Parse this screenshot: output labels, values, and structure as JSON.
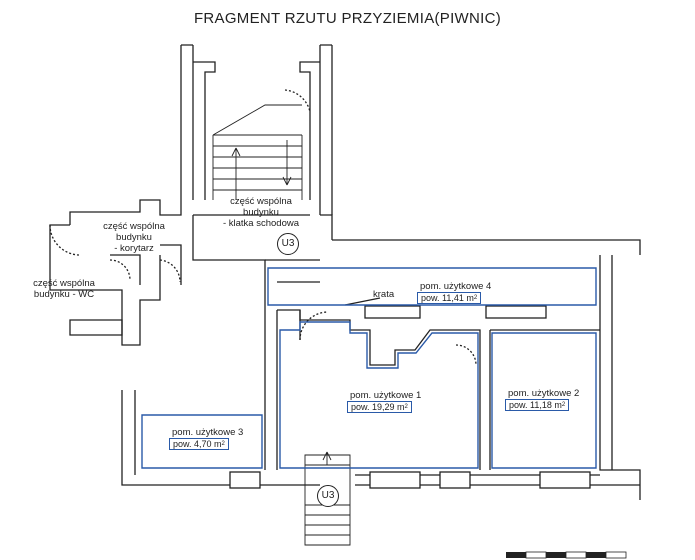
{
  "title": "FRAGMENT RZUTU PRZYZIEMIA(PIWNIC)",
  "colors": {
    "wall": "#222222",
    "highlight": "#2a5aa8",
    "background": "#ffffff"
  },
  "labels": {
    "stair_common": [
      "część wspólna",
      "budynku",
      "- klatka schodowa"
    ],
    "corridor_common": [
      "część wspólna",
      "budynku",
      "- korytarz"
    ],
    "wc_common": [
      "część wspólna",
      "budynku - WC"
    ],
    "grate": "krata"
  },
  "rooms": {
    "room1": {
      "name": "pom. użytkowe 1",
      "area": "pow. 19,29 m",
      "unit_sup": "2"
    },
    "room2": {
      "name": "pom. użytkowe 2",
      "area": "pow. 11,18 m",
      "unit_sup": "2"
    },
    "room3": {
      "name": "pom. użytkowe 3",
      "area": "pow. 4,70 m",
      "unit_sup": "2"
    },
    "room4": {
      "name": "pom. użytkowe 4",
      "area": "pow. 11,41 m",
      "unit_sup": "2"
    }
  },
  "markers": {
    "stair_top": "U3",
    "stair_bottom": "U3"
  }
}
